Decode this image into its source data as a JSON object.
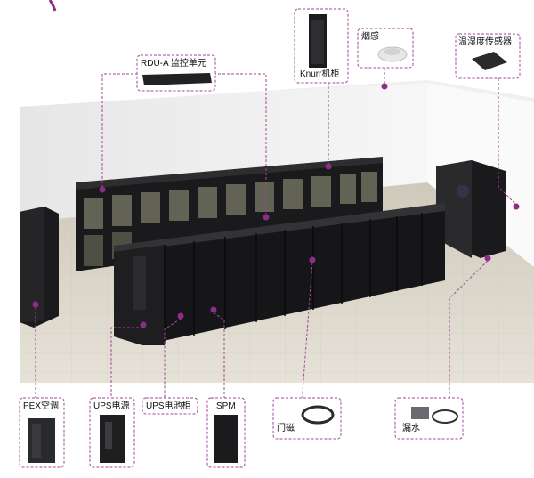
{
  "diagram": {
    "colors": {
      "accent": "#a0479a",
      "dot": "#8e2d86",
      "rack": "#1c1c1e",
      "floor": "#d8d4ca",
      "wall": "#f2f2f2"
    },
    "labels": {
      "rdu": "RDU-A 监控单元",
      "knurr": "Knurr机柜",
      "smoke": "烟感",
      "temp": "温湿度传感器",
      "pex": "PEX空调",
      "ups": "UPS电源",
      "battery": "UPS电池柜",
      "spm": "SPM",
      "door": "门磁",
      "leak": "漏水"
    }
  }
}
